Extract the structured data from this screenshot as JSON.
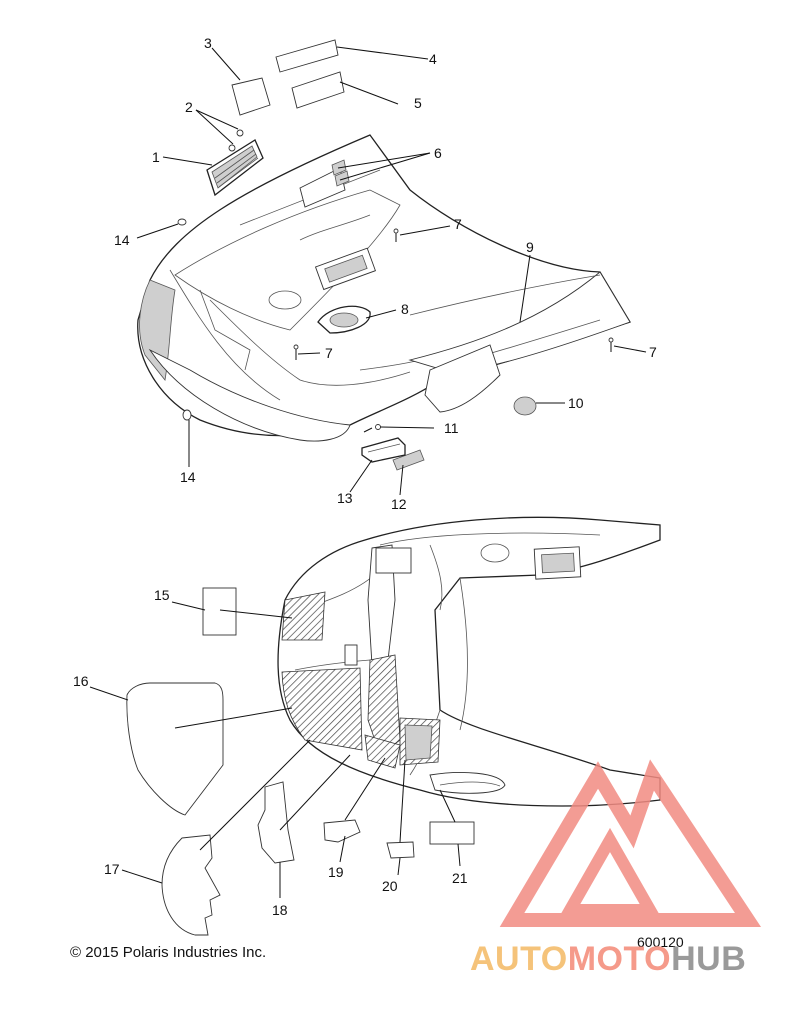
{
  "callouts": {
    "c1": "1",
    "c2": "2",
    "c3": "3",
    "c4": "4",
    "c5": "5",
    "c6": "6",
    "c7a": "7",
    "c7b": "7",
    "c7c": "7",
    "c8": "8",
    "c9": "9",
    "c10": "10",
    "c11": "11",
    "c12": "12",
    "c13": "13",
    "c14a": "14",
    "c14b": "14",
    "c15": "15",
    "c16": "16",
    "c17": "17",
    "c18": "18",
    "c19": "19",
    "c20": "20",
    "c21": "21"
  },
  "footer": {
    "copyright": "© 2015 Polaris Industries Inc.",
    "diagram_number": "600120"
  },
  "watermark": {
    "brand_part1": "AUTO",
    "brand_part2": "MOTO",
    "brand_part3": "HUB",
    "colors": {
      "triangle": "#f28b82",
      "auto": "#f5c37a",
      "moto": "#f59a8a",
      "hub": "#9a9a9a"
    }
  }
}
